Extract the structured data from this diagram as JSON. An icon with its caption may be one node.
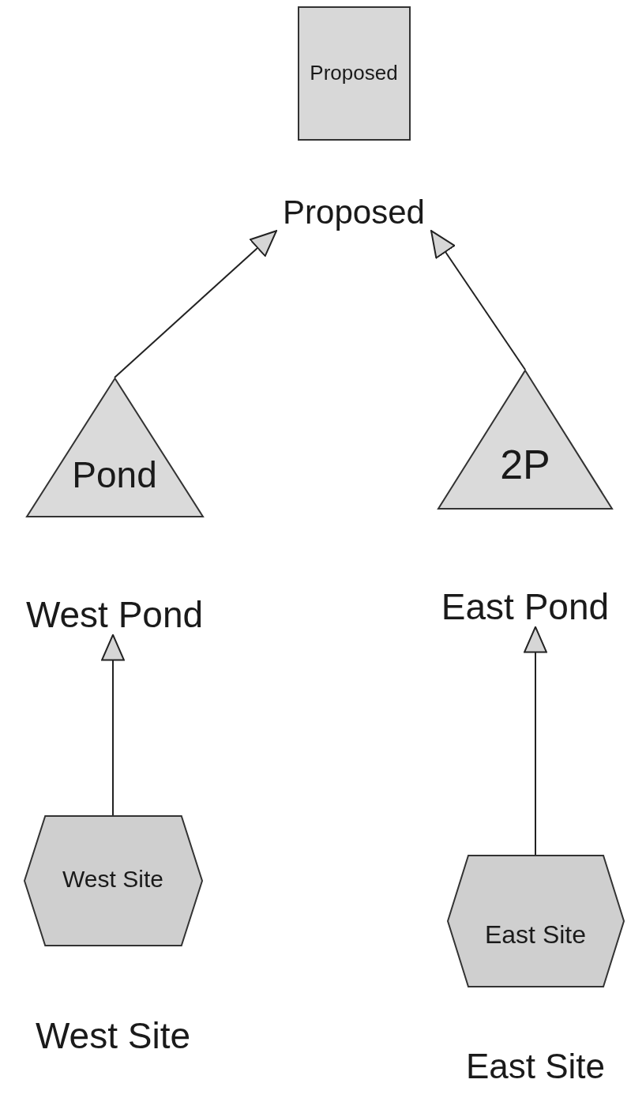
{
  "diagram": {
    "nodes": [
      {
        "text": [
          "Proposed"
        ],
        "beside": [
          "Proposed"
        ]
      },
      {
        "text": [
          "Pond"
        ],
        "beside": [
          "West Pond"
        ]
      },
      {
        "text": [
          "2P"
        ],
        "beside": [
          "East Pond"
        ]
      },
      {
        "text": [
          "West Site"
        ],
        "beside": [
          "West Site"
        ]
      },
      {
        "text": [
          "East Site"
        ],
        "beside": [
          "East Site"
        ]
      }
    ],
    "edges": [
      {
        "from": 1,
        "to": 0,
        "arrow": "to"
      },
      {
        "from": 2,
        "to": 0,
        "arrow": "to"
      },
      {
        "from": 3,
        "to": 1,
        "arrow": "to"
      },
      {
        "from": 4,
        "to": 2,
        "arrow": "to"
      }
    ]
  }
}
